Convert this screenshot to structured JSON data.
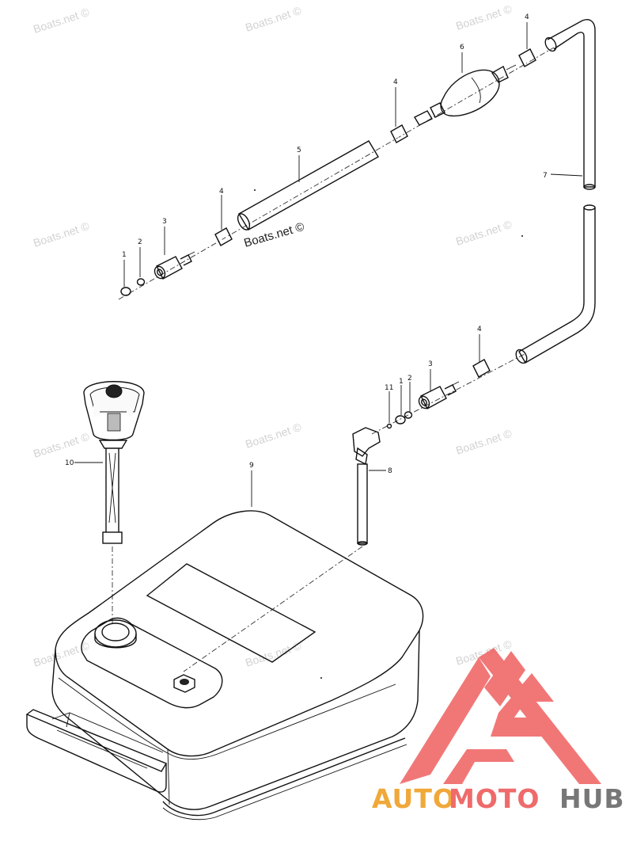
{
  "watermarks": [
    {
      "text": "Boats.net ©"
    },
    {
      "text": "Boats.net ©"
    },
    {
      "text": "Boats.net ©"
    },
    {
      "text": "Boats.net ©"
    },
    {
      "text": "Boats.net ©"
    },
    {
      "text": "Boats.net ©"
    },
    {
      "text": "Boats.net ©"
    },
    {
      "text": "Boats.net ©"
    },
    {
      "text": "Boats.net ©"
    },
    {
      "text": "Boats.net ©"
    },
    {
      "text": "Boats.net ©"
    }
  ],
  "inline_watermark": "Boats.net ©",
  "callouts": {
    "c1a": "1",
    "c2a": "2",
    "c3a": "3",
    "c4a": "4",
    "c5": "5",
    "c4b": "4",
    "c6": "6",
    "c4c": "4",
    "c7": "7",
    "c4d": "4",
    "c3b": "3",
    "c2b": "2",
    "c1b": "1",
    "c11": "11",
    "c8": "8",
    "c9": "9",
    "c10": "10"
  },
  "brand": {
    "part1": "AUTO",
    "part2": "MOTO",
    "part3": "HUB"
  },
  "colors": {
    "logo_red": "#ef5a5a",
    "logo_orange": "#f0a83a",
    "logo_gray": "#777777"
  }
}
